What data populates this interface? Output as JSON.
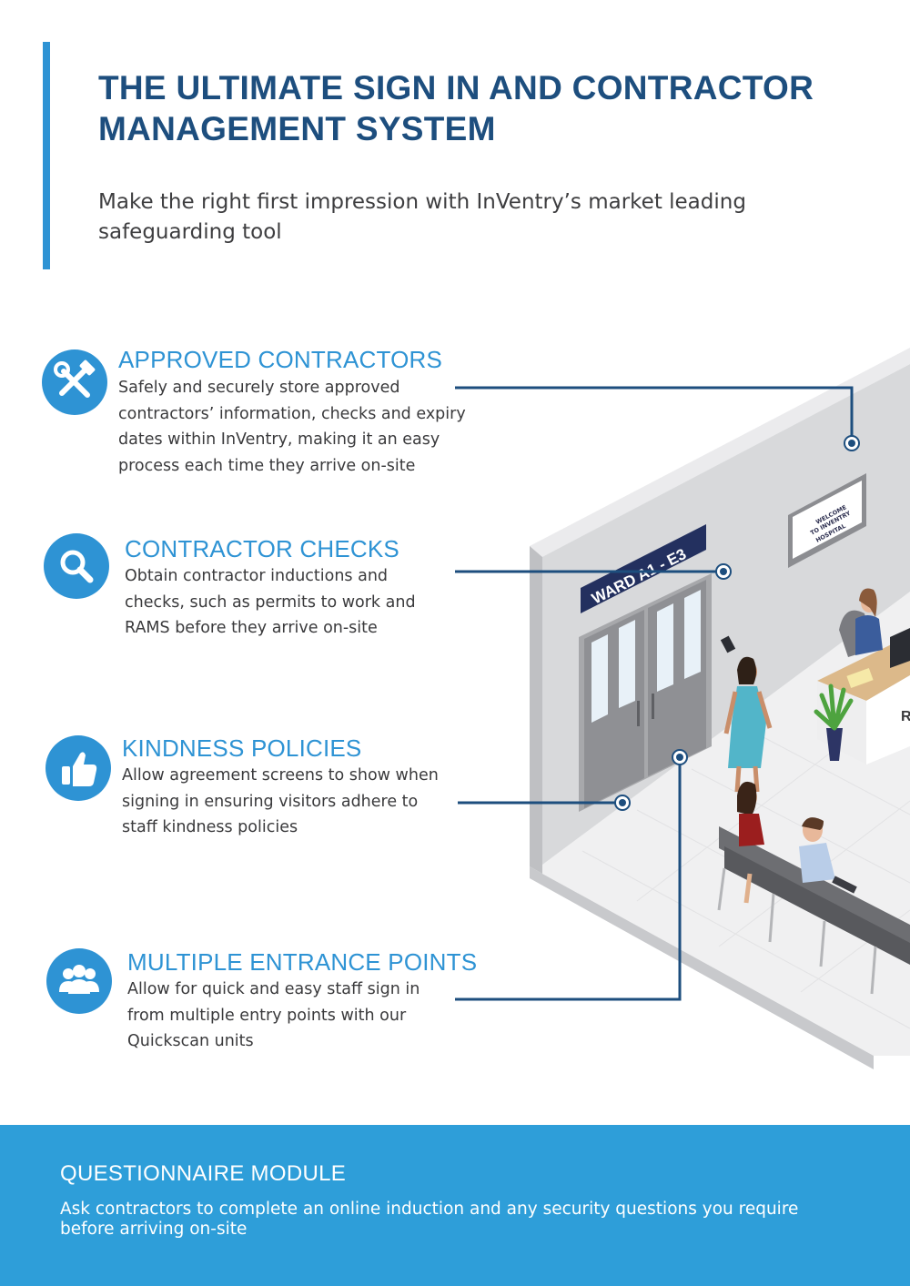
{
  "header": {
    "title_line1": "THE ULTIMATE SIGN IN AND CONTRACTOR",
    "title_line2": "MANAGEMENT SYSTEM",
    "subtitle": "Make the right first impression with InVentry’s market leading safeguarding tool"
  },
  "features": [
    {
      "title": "APPROVED CONTRACTORS",
      "text": "Safely and securely store approved contractors’ information, checks and expiry dates within InVentry, making it an easy process each time they arrive on-site",
      "icon": "tools-icon"
    },
    {
      "title": "CONTRACTOR CHECKS",
      "text": "Obtain contractor inductions and checks, such as permits to work and RAMS before they arrive on-site",
      "icon": "search-icon"
    },
    {
      "title": "KINDNESS POLICIES",
      "text": "Allow agreement screens to show when signing in ensuring visitors adhere to staff kindness policies",
      "icon": "thumbs-up-icon"
    },
    {
      "title": "MULTIPLE ENTRANCE POINTS",
      "text": "Allow for quick and easy staff sign in from multiple entry points with our Quickscan units",
      "icon": "group-icon"
    }
  ],
  "illustration": {
    "ward_sign": "WARD A1 - E3",
    "screen_line1": "WELCOME",
    "screen_line2": "TO INVENTRY",
    "screen_line3": "HOSPITAL",
    "desk_letter": "R"
  },
  "footer": {
    "title": "QUESTIONNAIRE MODULE",
    "text": "Ask contractors to complete an online induction and any security questions you require before arriving on-site"
  },
  "colors": {
    "accent_blue": "#2e93d4",
    "title_navy": "#1d4e7e",
    "footer_blue": "#2e9ed9",
    "connector_navy": "#1d4e7e"
  }
}
